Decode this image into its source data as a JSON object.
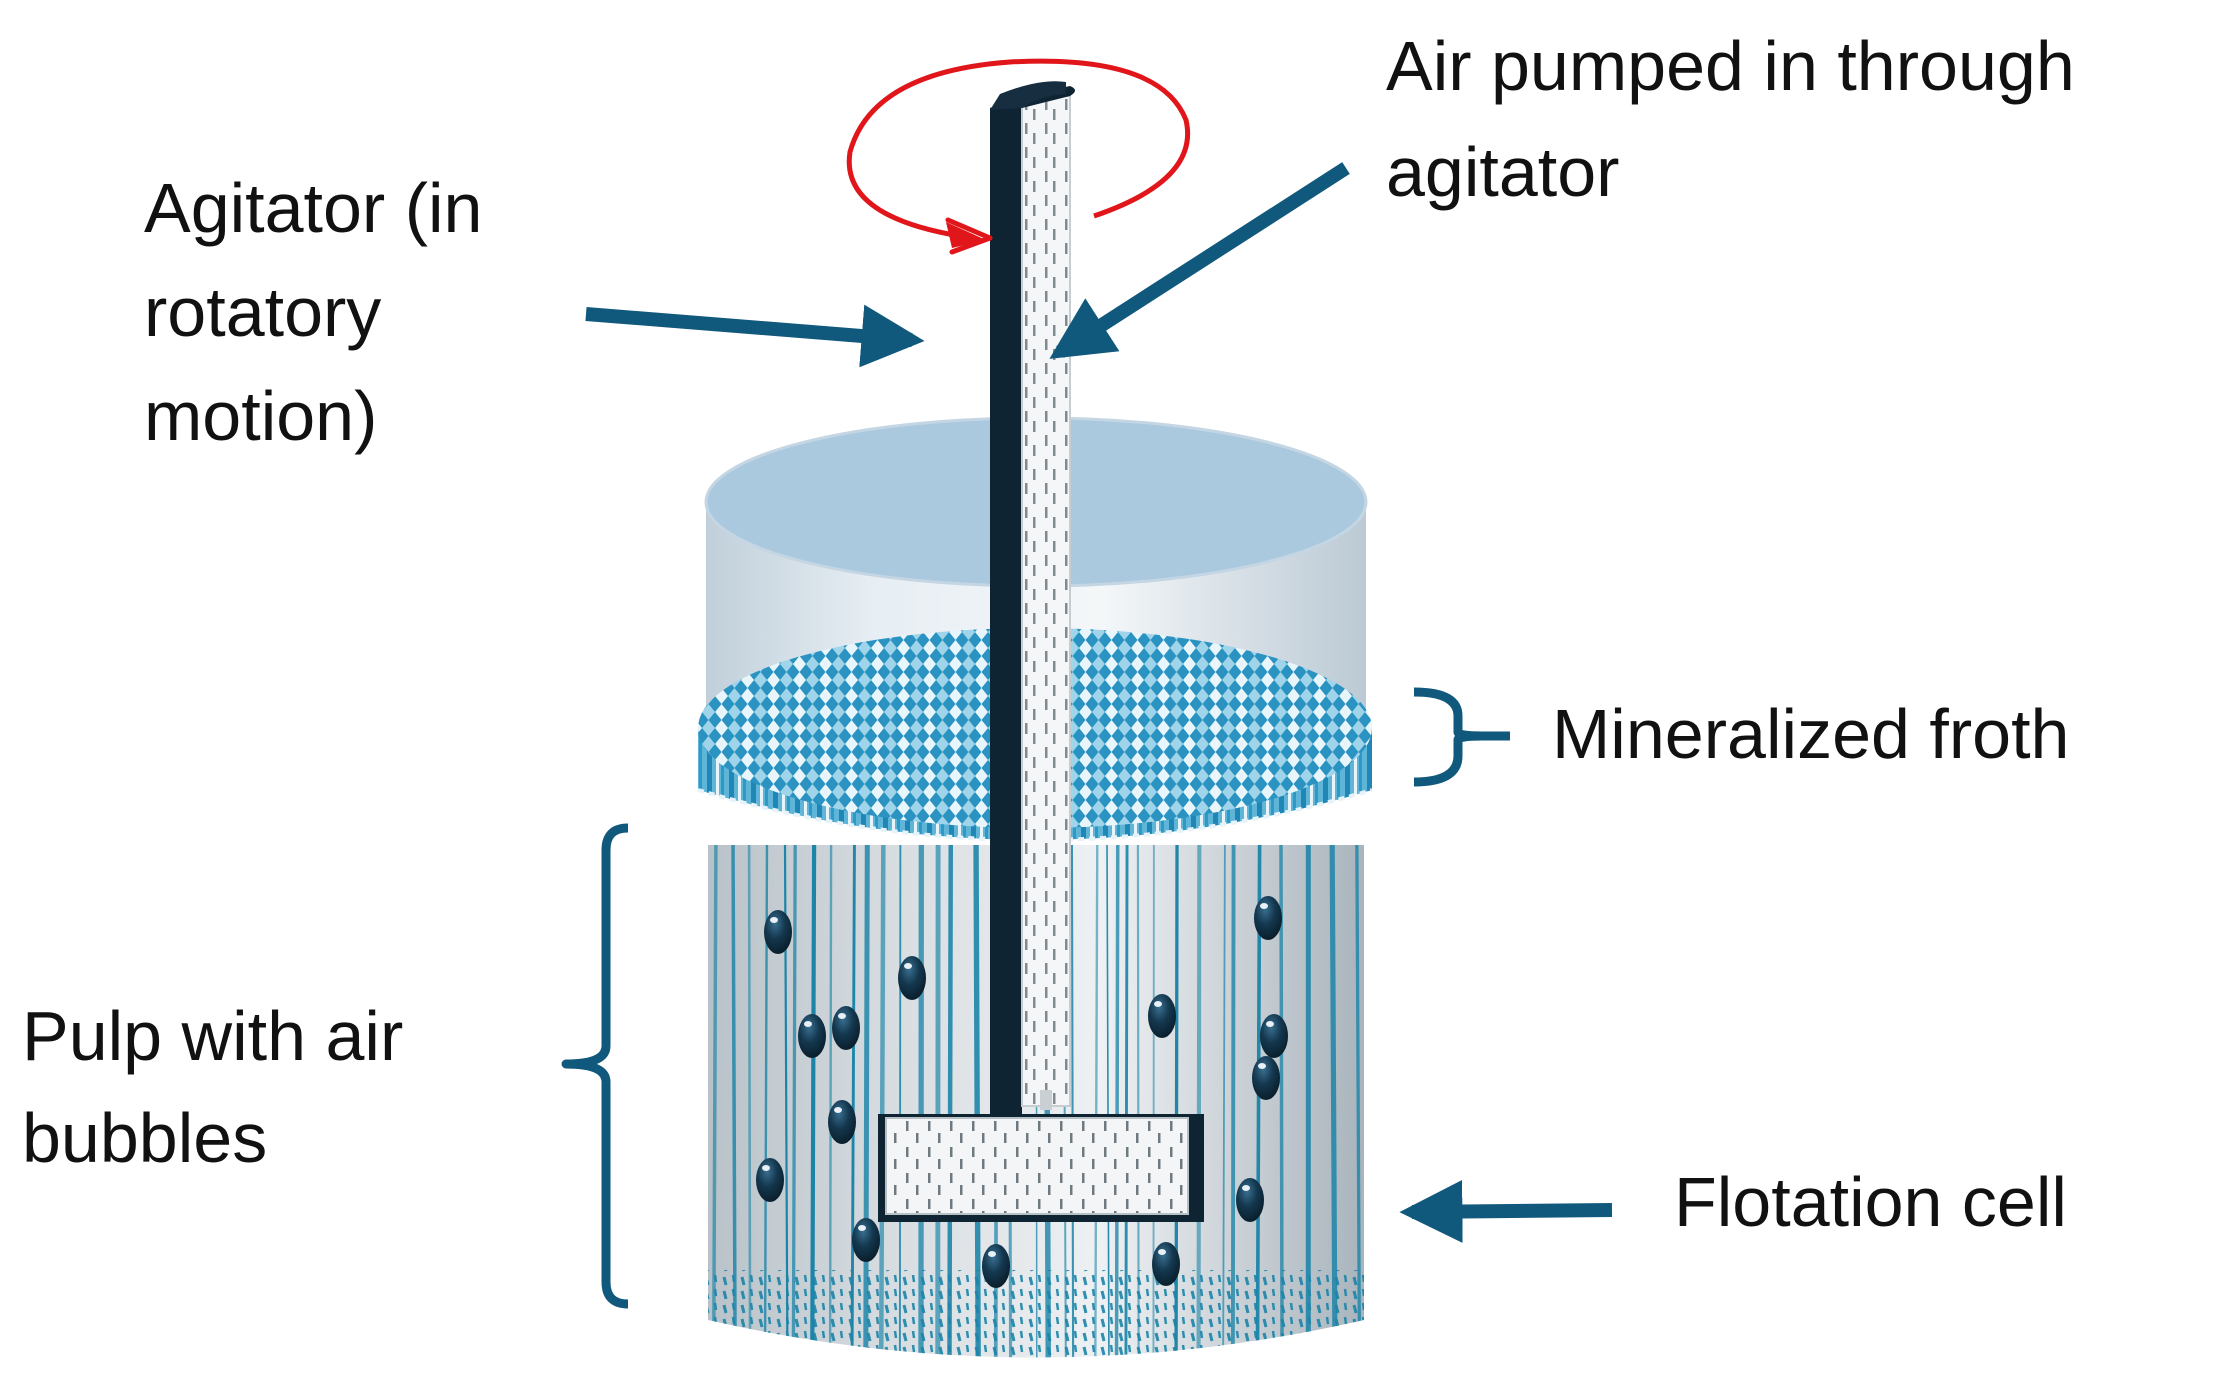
{
  "labels": {
    "agitator": [
      "Agitator (in",
      "rotatory",
      "motion)"
    ],
    "air": [
      "Air pumped in through",
      "agitator"
    ],
    "froth": "Mineralized froth",
    "pulp": [
      "Pulp with air",
      "bubbles"
    ],
    "cell": "Flotation cell"
  },
  "colors": {
    "arrow": "#11587d",
    "rotation": "#e0161b",
    "froth_blue": "#2b97c4",
    "pulp_stripe": "#1b84a8",
    "tank_top": "#a9c6dc",
    "bubble": "#0f2f45",
    "shaft_dark": "#102432"
  },
  "icons": {
    "rotation": "curved-rotation-arrow",
    "pointer": "straight-arrow"
  }
}
